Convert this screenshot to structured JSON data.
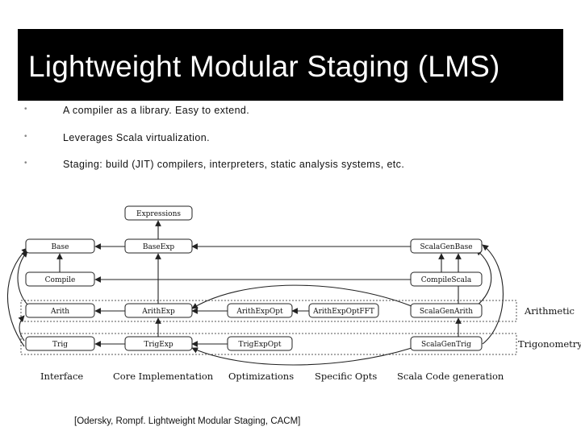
{
  "slide": {
    "title": "Lightweight Modular Staging (LMS)",
    "bullets": [
      "A compiler as a library. Easy to extend.",
      "Leverages Scala virtualization.",
      "Staging: build (JIT) compilers, interpreters, static analysis systems, etc."
    ],
    "bullet_marker": "•",
    "citation": "[Odersky, Rompf. Lightweight Modular Staging, CACM]"
  },
  "diagram": {
    "nodes": {
      "expressions": "Expressions",
      "base": "Base",
      "base_exp": "BaseExp",
      "scala_gen_base": "ScalaGenBase",
      "compile": "Compile",
      "compile_scala": "CompileScala",
      "arith": "Arith",
      "arith_exp": "ArithExp",
      "arith_exp_opt": "ArithExpOpt",
      "arith_exp_opt_fft": "ArithExpOptFFT",
      "scala_gen_arith": "ScalaGenArith",
      "trig": "Trig",
      "trig_exp": "TrigExp",
      "trig_exp_opt": "TrigExpOpt",
      "scala_gen_trig": "ScalaGenTrig"
    },
    "row_labels": {
      "arithmetic": "Arithmetic",
      "trigonometry": "Trigonometry"
    },
    "column_labels": {
      "interface": "Interface",
      "core": "Core Implementation",
      "optimizations": "Optimizations",
      "specific": "Specific Opts",
      "codegen": "Scala Code generation"
    }
  }
}
